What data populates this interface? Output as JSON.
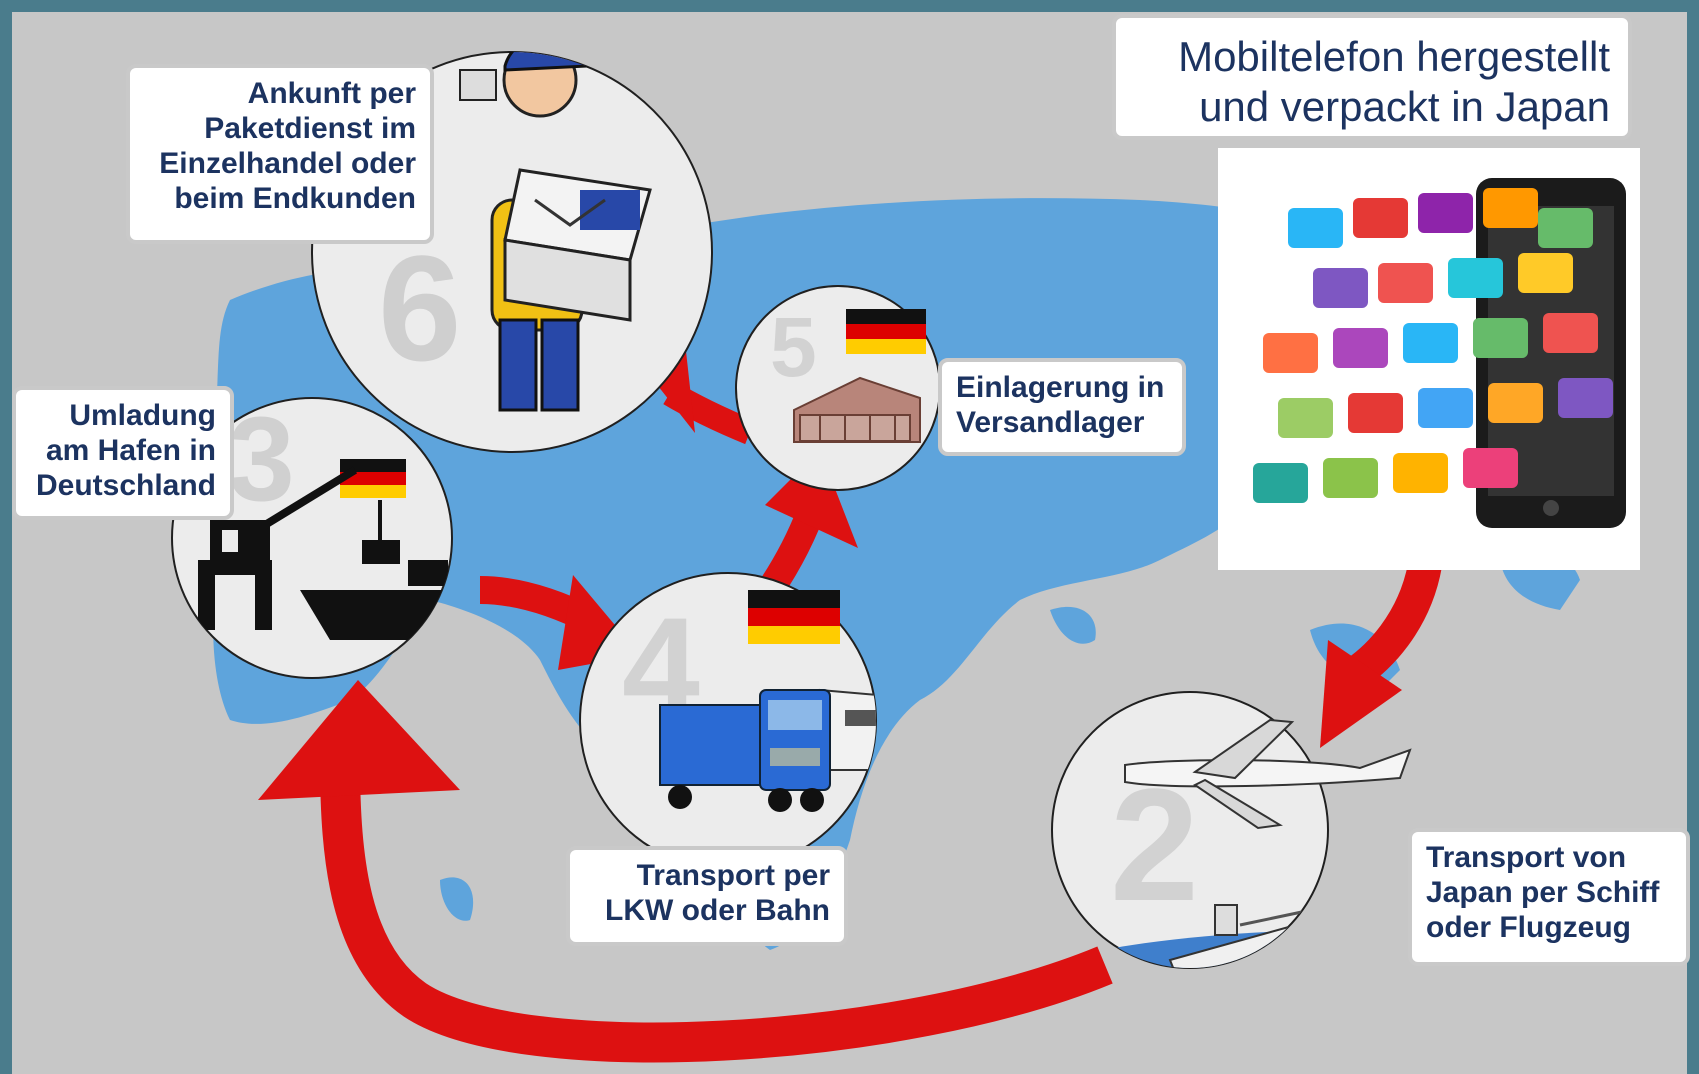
{
  "colors": {
    "frame": "#4a7c8c",
    "background": "#c7c7c7",
    "map": "#5ea4dc",
    "arrow": "#dd1111",
    "circle_fill": "#ececec",
    "label_text": "#1c3360",
    "flag_black": "#111111",
    "flag_red": "#dd0000",
    "flag_gold": "#ffcc00"
  },
  "title": {
    "line1": "Mobiltelefon hergestellt",
    "line2": "und verpackt in Japan"
  },
  "steps": [
    {
      "number": "2",
      "icon": "plane-and-ship-icon",
      "lines": [
        "Transport von",
        "Japan per Schiff",
        "oder Flugzeug"
      ]
    },
    {
      "number": "3",
      "icon": "port-crane-ship-icon",
      "flag": "germany-flag-icon",
      "lines": [
        "Umladung",
        "am Hafen in",
        "Deutschland"
      ]
    },
    {
      "number": "4",
      "icon": "truck-and-train-icon",
      "flag": "germany-flag-icon",
      "lines": [
        "Transport per",
        "LKW oder Bahn"
      ]
    },
    {
      "number": "5",
      "icon": "warehouse-icon",
      "flag": "germany-flag-icon",
      "lines": [
        "Einlagerung in",
        "Versandlager"
      ]
    },
    {
      "number": "6",
      "icon": "delivery-man-icon",
      "lines": [
        "Ankunft per",
        "Paketdienst im",
        "Einzelhandel oder",
        "beim Endkunden"
      ]
    }
  ],
  "phone_image": {
    "icon": "smartphone-with-app-icons-icon"
  }
}
